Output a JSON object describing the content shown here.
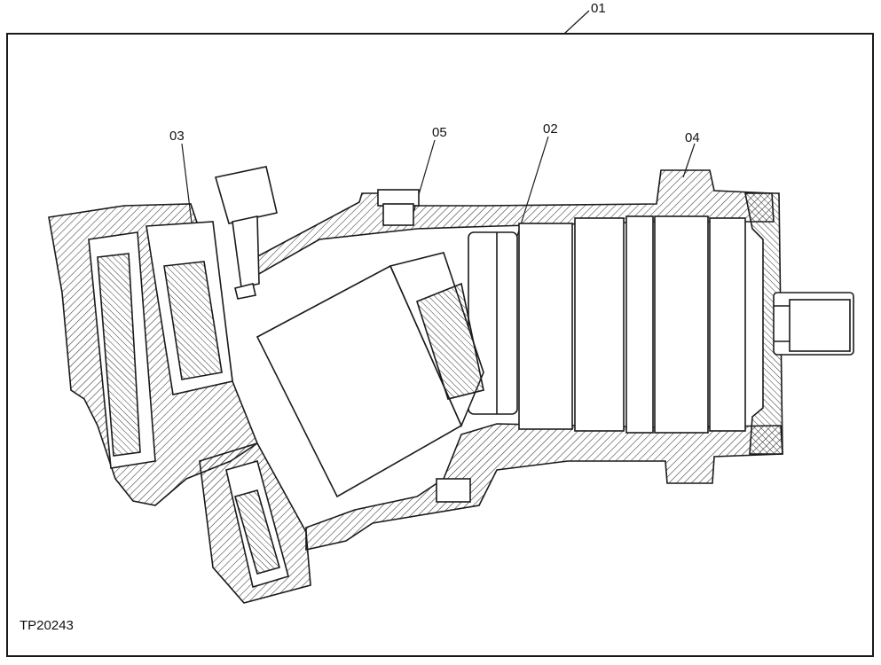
{
  "callouts": {
    "c01": "01",
    "c02": "02",
    "c03": "03",
    "c04": "04",
    "c05": "05"
  },
  "figure_id": "TP20243",
  "colors": {
    "line": "#1a1a1a",
    "hatch": "#333333",
    "background": "#ffffff"
  }
}
